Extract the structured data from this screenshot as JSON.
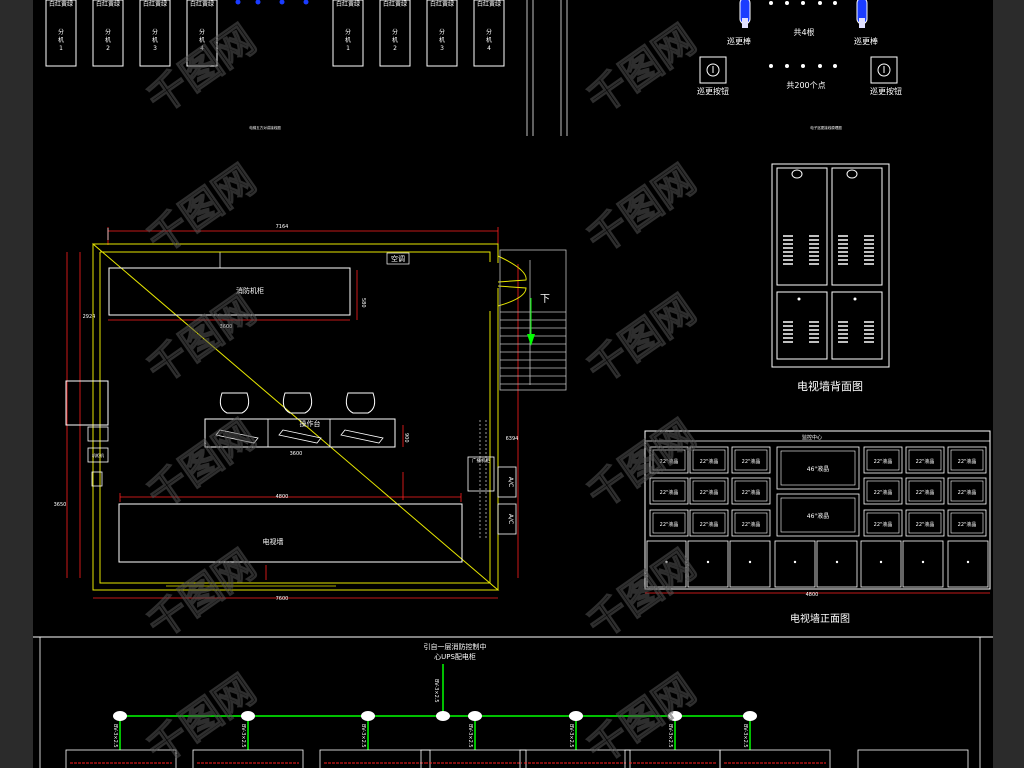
{
  "top_left_panel": {
    "box_header": "白红黄绿",
    "boxes": [
      {
        "label": "分\n机\n1"
      },
      {
        "label": "分\n机\n2"
      },
      {
        "label": "分\n机\n3"
      },
      {
        "label": "分\n机\n4"
      }
    ],
    "caption": "电梯五方对讲接线图"
  },
  "top_mid_panel": {
    "box_header": "白红黄绿",
    "boxes": [
      {
        "label": "分\n机\n1"
      },
      {
        "label": "分\n机\n2"
      },
      {
        "label": "分\n机\n3"
      },
      {
        "label": "分\n机\n4"
      }
    ]
  },
  "patrol": {
    "stick_label": "巡更棒",
    "stick_count": "共4根",
    "button_label": "巡更按钮",
    "point_count": "共200个点",
    "caption": "电子巡更接线原理图"
  },
  "floor_plan": {
    "width_top": "7164",
    "width_bottom": "7600",
    "left_dim_upper": "2924",
    "left_dim_lower": "3650",
    "right_dim": "6394",
    "dim_console": "3600",
    "dim_cabinet": "3600",
    "dim_wall": "4800",
    "dim_small_a": "580",
    "dim_small_b": "900",
    "aircon": "空调",
    "cabinet": "消防机柜",
    "console": "操作台",
    "video_wall": "电视墙",
    "stairs_down": "下",
    "broadcast": "广播机柜",
    "ac_unit": "A/C",
    "side_label": "机柜机"
  },
  "tv_back": {
    "title": "电视墙背面图"
  },
  "tv_front": {
    "header": "监控中心",
    "small_screen": "22\"液晶",
    "big_screen": "46\"液晶",
    "width": "4800",
    "title": "电视墙正面图"
  },
  "bottom_diagram": {
    "source_text_line1": "引自一层消防控制中",
    "source_text_line2": "心UPS配电柜",
    "cable": "BV-3×2.5"
  },
  "watermark": "千图网",
  "colors": {
    "background": "#000000",
    "frame": "#2b2b2b",
    "yellow": "#e6e600",
    "white": "#ffffff",
    "red": "#ff2020",
    "green": "#00ff00",
    "blue": "#1a3cff",
    "gray": "#bfbfbf"
  }
}
